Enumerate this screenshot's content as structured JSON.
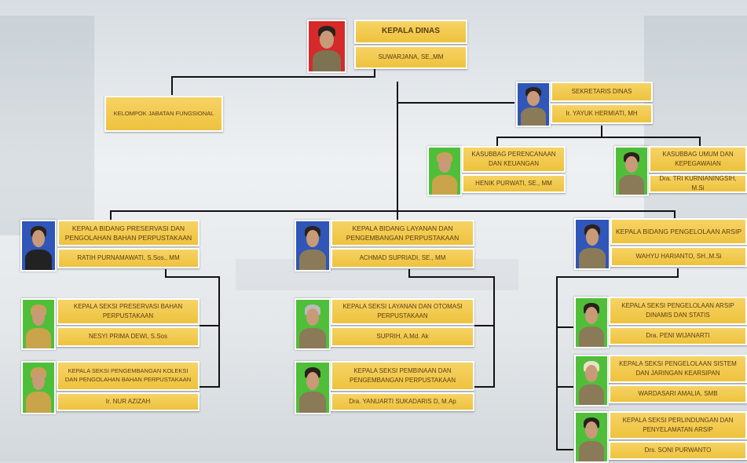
{
  "head": {
    "title": "KEPALA DINAS",
    "name": "SUWARJANA, SE.,MM"
  },
  "fungsional": {
    "title": "KELOMPOK JABATAN FUNGSIONAL"
  },
  "sekretaris": {
    "title": "SEKRETARIS DINAS",
    "name": "Ir. YAYUK HERMIATI, MH"
  },
  "kasubbag_perencanaan": {
    "title": "KASUBBAG PERENCANAAN DAN KEUANGAN",
    "name": "HENIK PURWATI, SE., MM"
  },
  "kasubbag_umum": {
    "title": "KASUBBAG UMUM DAN KEPEGAWAIAN",
    "name": "Dra. TRI KURNIANINGSIH, M.Si"
  },
  "bidang_preservasi": {
    "title": "KEPALA BIDANG PRESERVASI DAN PENGOLAHAN BAHAN PERPUSTAKAAN",
    "name": "RATIH PURNAMAWATI, S.Sos., MM"
  },
  "bidang_layanan": {
    "title": "KEPALA BIDANG LAYANAN DAN PENGEMBANGAN PERPUSTAKAAN",
    "name": "ACHMAD SUPRIADI, SE., MM"
  },
  "bidang_arsip": {
    "title": "KEPALA BIDANG PENGELOLAAN ARSIP",
    "name": "WAHYU HARIANTO, SH.,M.Si"
  },
  "seksi_preservasi": {
    "title": "KEPALA SEKSI PRESERVASI BAHAN PERPUSTAKAAN",
    "name": "NESYI PRIMA DEWI, S.Sos"
  },
  "seksi_koleksi": {
    "title": "KEPALA SEKSI PENGEMBANGAN KOLEKSI DAN PENGOLAHAN BAHAN PERPUSTAKAAN",
    "name": "Ir. NUR AZIZAH"
  },
  "seksi_layanan": {
    "title": "KEPALA SEKSI LAYANAN DAN OTOMASI PERPUSTAKAAN",
    "name": "SUPRIH, A.Md. Ak"
  },
  "seksi_pembinaan": {
    "title": "KEPALA SEKSI PEMBINAAN DAN PENGEMBANGAN PERPUSTAKAAN",
    "name": "Dra. YANUARTI SUKADARIS D, M.Ap"
  },
  "seksi_dinamis": {
    "title": "KEPALA SEKSI PENGELOLAAN ARSIP DINAMIS DAN STATIS",
    "name": "Dra. PENI WIJANARTI"
  },
  "seksi_sistem": {
    "title": "KEPALA SEKSI PENGELOLAAN SISTEM DAN JARINGAN KEARSIPAN",
    "name": "WARDASARI AMALIA, SMB"
  },
  "seksi_perlindungan": {
    "title": "KEPALA SEKSI PERLINDUNGAN DAN PENYELAMATAN ARSIP",
    "name": "Drs. SONI PURWANTO"
  }
}
